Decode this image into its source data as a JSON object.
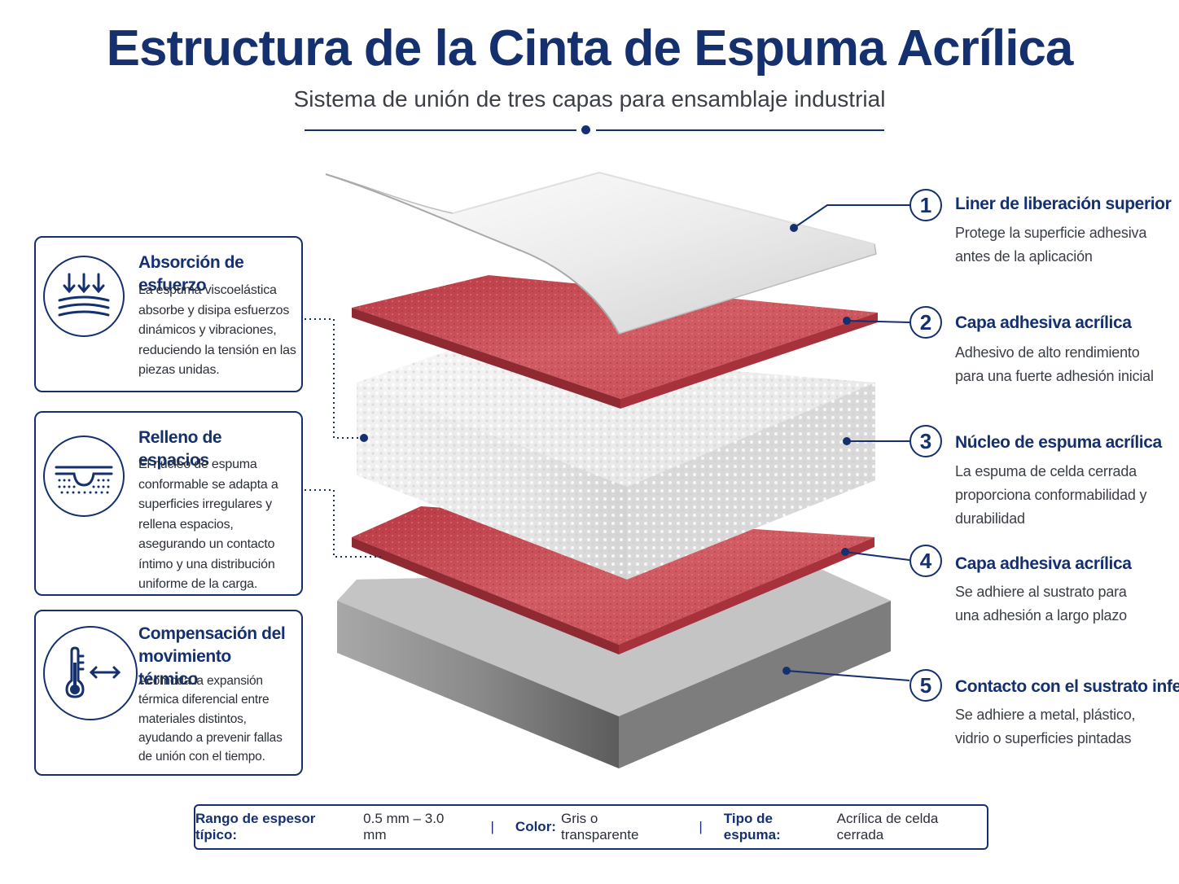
{
  "header": {
    "title": "Estructura de la Cinta de Espuma Acrílica",
    "subtitle": "Sistema de unión de tres capas para ensamblaje industrial"
  },
  "colors": {
    "navy": "#14306e",
    "adhesive_red": "#c9464e",
    "foam_white": "#eeeeee",
    "metal_gray": "#8e8e8e"
  },
  "benefits": [
    {
      "icon": "stress-absorption-icon",
      "title": "Absorción de esfuerzo",
      "body": "La espuma viscoelástica absorbe y disipa esfuerzos dinámicos y vibraciones, reduciendo la tensión en las piezas unidas."
    },
    {
      "icon": "gap-filling-icon",
      "title": "Relleno de espacios",
      "body": "El núcleo de espuma conformable se adapta a superficies irregulares y rellena espacios, asegurando un contacto íntimo y una distribución uniforme de la carga."
    },
    {
      "icon": "thermometer-arrows-icon",
      "title": "Compensación del movimiento térmico",
      "body": "Acomoda la expansión térmica diferencial entre materiales distintos, ayudando a prevenir fallas de unión con el tiempo."
    }
  ],
  "layers": [
    {
      "number": "1",
      "title": "Liner de liberación superior",
      "body": "Protege la superficie adhesiva antes de la aplicación"
    },
    {
      "number": "2",
      "title": "Capa adhesiva acrílica",
      "body": "Adhesivo de alto rendimiento para una fuerte adhesión inicial"
    },
    {
      "number": "3",
      "title": "Núcleo de espuma acrílica",
      "body": "La espuma de celda cerrada proporciona conformabilidad y durabilidad"
    },
    {
      "number": "4",
      "title": "Capa adhesiva acrílica",
      "body": "Se adhiere al sustrato para una adhesión a largo plazo"
    },
    {
      "number": "5",
      "title": "Contacto con el sustrato inferior",
      "body": "Se adhiere a metal, plástico, vidrio o superficies pintadas"
    }
  ],
  "footer": {
    "thickness_label": "Rango de espesor típico:",
    "thickness_value": "0.5 mm – 3.0 mm",
    "color_label": "Color:",
    "color_value": "Gris o transparente",
    "foam_label": "Tipo de espuma:",
    "foam_value": "Acrílica de celda cerrada",
    "separator": "|"
  }
}
